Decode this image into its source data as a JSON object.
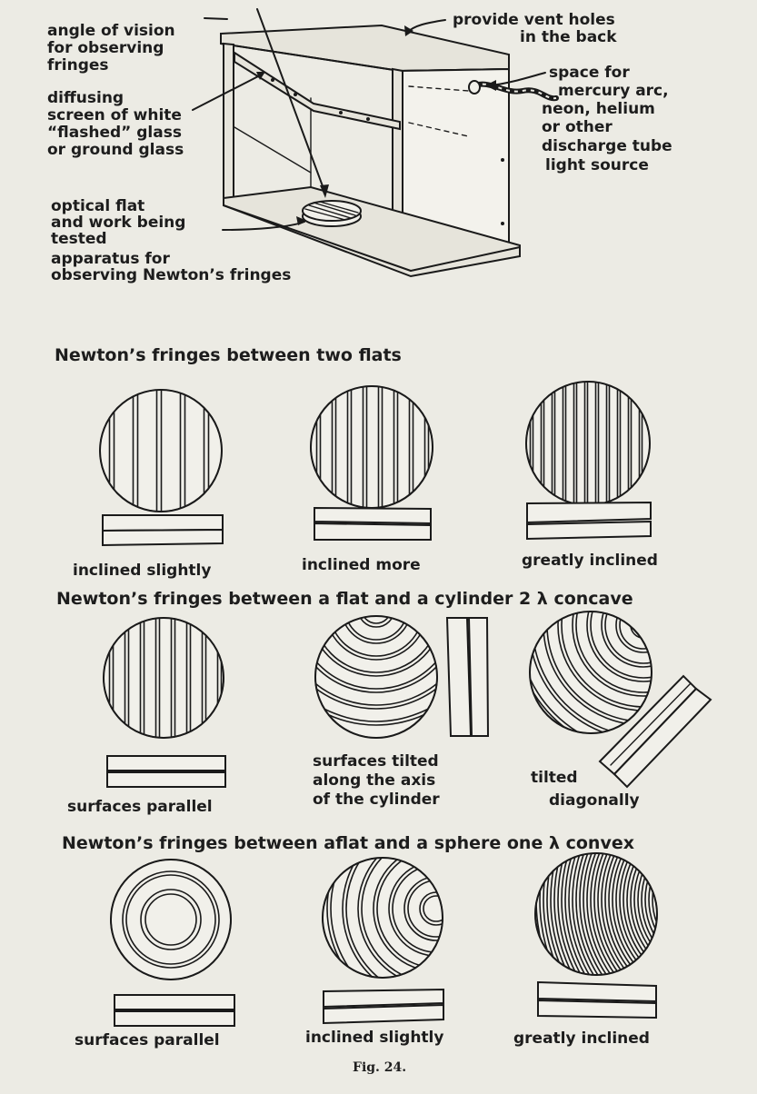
{
  "apparatus": {
    "callout_angle": [
      "angle of vision",
      "for observing",
      "fringes"
    ],
    "callout_diffusing": [
      "diffusing",
      "screen of white",
      "“flashed” glass",
      "or ground glass"
    ],
    "callout_flat": [
      "optical flat",
      "and work being",
      "tested"
    ],
    "callout_vent": [
      "provide vent holes",
      "in the back"
    ],
    "callout_source": [
      "space for",
      "mercury arc,",
      "neon, helium",
      "or other",
      "discharge tube",
      "light source"
    ],
    "caption": [
      "apparatus for",
      "observing Newton’s fringes"
    ]
  },
  "section1": {
    "title": "Newton’s fringes between two flats",
    "labels": [
      "inclined slightly",
      "inclined more",
      "greatly inclined"
    ]
  },
  "section2": {
    "title": "Newton’s fringes between a flat and a cylinder 2 λ concave",
    "labels": {
      "parallel": "surfaces parallel",
      "tilted_axis": [
        "surfaces tilted",
        "along the axis",
        "of the cylinder"
      ],
      "diagonal": [
        "tilted",
        "diagonally"
      ]
    }
  },
  "section3": {
    "title": "Newton’s fringes between aflat and a sphere one λ convex",
    "labels": [
      "surfaces parallel",
      "inclined slightly",
      "greatly inclined"
    ]
  },
  "figure_caption": "Fig. 24."
}
